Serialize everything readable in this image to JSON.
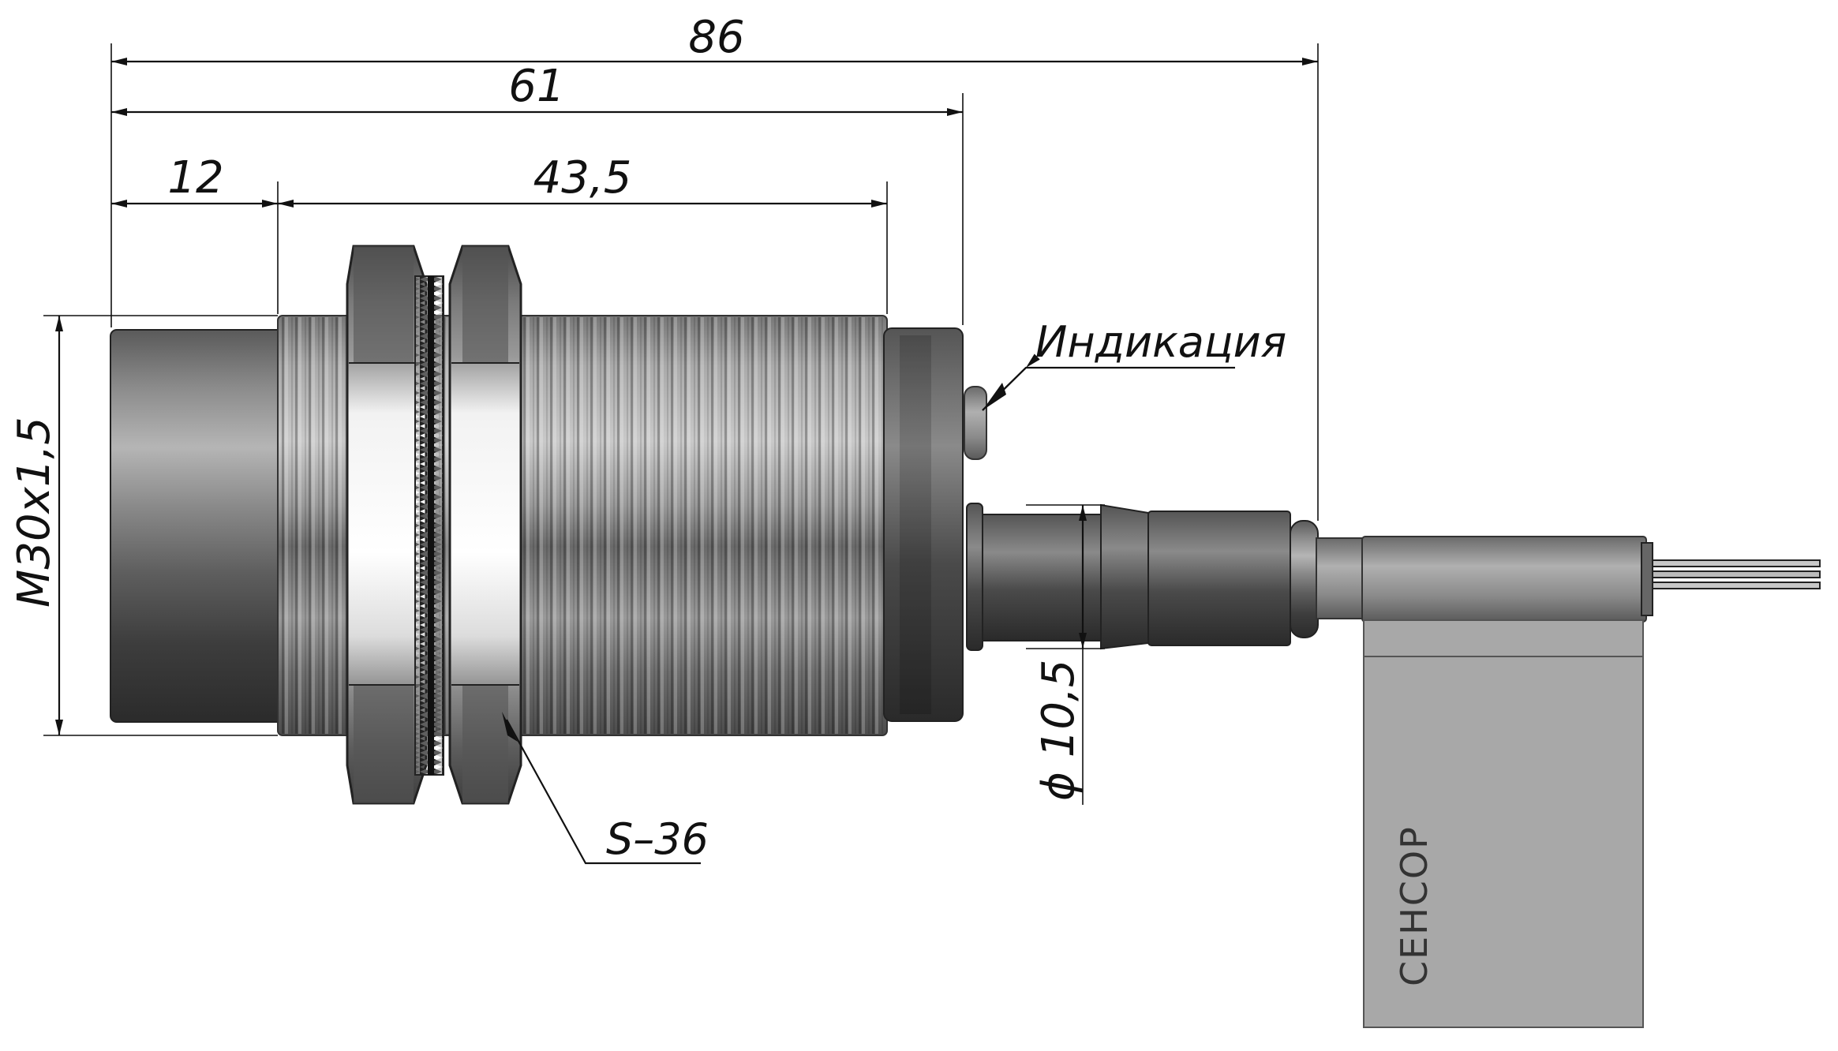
{
  "dimensions": {
    "overall_length": "86",
    "length_to_connector": "61",
    "front_section": "12",
    "thread_length": "43,5",
    "thread_spec": "M30x1,5",
    "cable_diameter": "ϕ 10,5"
  },
  "labels": {
    "indicator": "Индикация",
    "wrench_size": "S–36",
    "brand_tag": "СЕНСОР"
  },
  "colors": {
    "body_metal": "#8a8a8a",
    "dark_metal": "#3c3c3c",
    "tag_gray": "#a9a9a9",
    "line": "#111111"
  }
}
